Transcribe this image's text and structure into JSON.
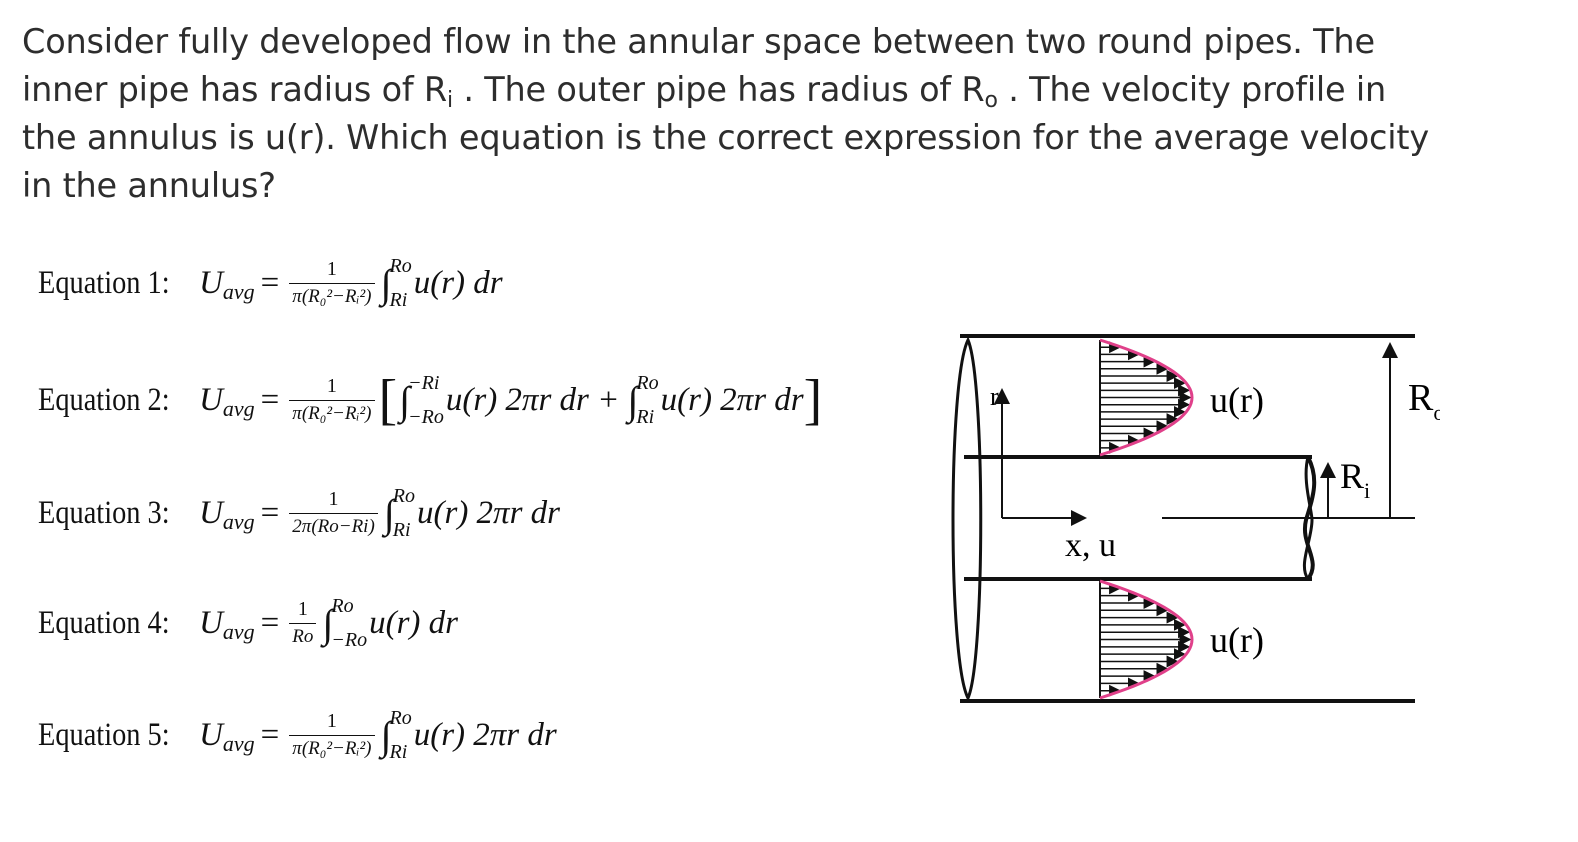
{
  "question": {
    "line1": "Consider fully developed flow in the annular space between two round pipes. The",
    "line2a": "inner pipe has radius of R",
    "line2b": "i",
    "line2c": " . The outer pipe has radius of R",
    "line2d": "o",
    "line2e": " .  The velocity profile in",
    "line3": "the annulus is u(r). Which equation is the correct expression for the average velocity",
    "line4": "in the annulus?"
  },
  "equations": [
    {
      "label": "Equation 1:",
      "num": "1",
      "den": "π(R₀²−Rᵢ²)",
      "up": "Ro",
      "lo": "Ri",
      "integrand": "u(r) dr"
    },
    {
      "label": "Equation 2:",
      "num": "1",
      "den": "π(R₀²−Rᵢ²)",
      "up1": "−Ri",
      "lo1": "−Ro",
      "integrand1": "u(r) 2πr dr +",
      "up2": "Ro",
      "lo2": "Ri",
      "integrand2": "u(r) 2πr dr"
    },
    {
      "label": "Equation 3:",
      "num": "1",
      "den": "2π(Ro−Ri)",
      "up": "Ro",
      "lo": "Ri",
      "integrand": "u(r) 2πr dr"
    },
    {
      "label": "Equation 4:",
      "num": "1",
      "den": "Ro",
      "up": "Ro",
      "lo": "−Ro",
      "integrand": "u(r) dr"
    },
    {
      "label": "Equation 5:",
      "num": "1",
      "den": "π(R₀²−Rᵢ²)",
      "up": "Ro",
      "lo": "Ri",
      "integrand": "u(r) 2πr dr"
    }
  ],
  "uavg": {
    "u": "U",
    "avg": "avg",
    "eq": "="
  },
  "diagram": {
    "r_label": "r",
    "u_top": "u(r)",
    "u_bottom": "u(r)",
    "x_label": "x, u",
    "Ro_main": "R",
    "Ro_sub": "o",
    "Ri_main": "R",
    "Ri_sub": "i",
    "profile_color": "#e0408a"
  }
}
